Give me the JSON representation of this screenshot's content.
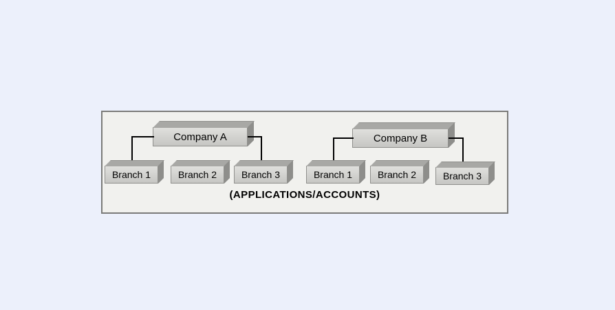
{
  "diagram": {
    "caption": "(APPLICATIONS/ACCOUNTS)",
    "groups": [
      {
        "company": "Company A",
        "branches": [
          "Branch 1",
          "Branch 2",
          "Branch 3"
        ]
      },
      {
        "company": "Company B",
        "branches": [
          "Branch 1",
          "Branch 2",
          "Branch 3"
        ]
      }
    ]
  },
  "colors": {
    "page_background": "#ecf0fb",
    "panel_background": "#f1f1ee",
    "panel_border": "#7a7a78",
    "box_front": "#d3d3d0",
    "box_top_face": "#a8a8a5",
    "box_side_face": "#8e8e8b",
    "connector": "#000000",
    "text": "#000000"
  }
}
